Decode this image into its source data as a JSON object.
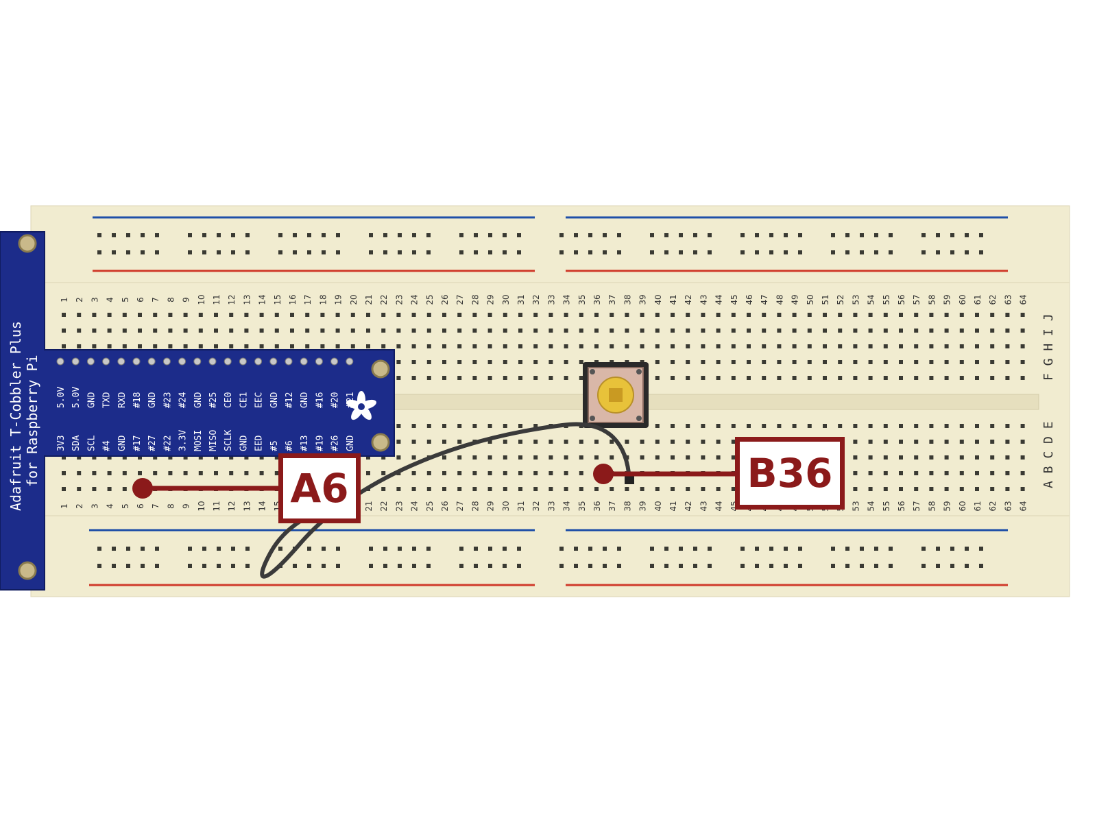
{
  "breadboard": {
    "columns": [
      "1",
      "2",
      "3",
      "4",
      "5",
      "6",
      "7",
      "8",
      "9",
      "10",
      "11",
      "12",
      "13",
      "14",
      "15",
      "16",
      "17",
      "18",
      "19",
      "20",
      "21",
      "22",
      "23",
      "24",
      "25",
      "26",
      "27",
      "28",
      "29",
      "30",
      "31",
      "32",
      "33",
      "34",
      "35",
      "36",
      "37",
      "38",
      "39",
      "40",
      "41",
      "42",
      "43",
      "44",
      "45",
      "46",
      "47",
      "48",
      "49",
      "50",
      "51",
      "52",
      "53",
      "54",
      "55",
      "56",
      "57",
      "58",
      "59",
      "60",
      "61",
      "62",
      "63",
      "64"
    ],
    "row_letters_top": "F G H I J",
    "row_letters_bottom": "A B C D E",
    "rail_colors": {
      "blue": "#1f4fa8",
      "red": "#d03a2a"
    },
    "body_color": "#f1ecd0"
  },
  "cobbler": {
    "title_line1": "Adafruit T-Cobbler Plus",
    "title_line2": "for Raspberry Pi",
    "color": "#1c2c8a",
    "top_pins": [
      "5.0V",
      "5.0V",
      "GND",
      "TXD",
      "RXD",
      "#18",
      "GND",
      "#23",
      "#24",
      "GND",
      "#25",
      "CE0",
      "CE1",
      "EEC",
      "GND",
      "#12",
      "GND",
      "#16",
      "#20",
      "#21"
    ],
    "bottom_pins": [
      "3V3",
      "SDA",
      "SCL",
      "#4",
      "GND",
      "#17",
      "#27",
      "#22",
      "3.3V",
      "MOSI",
      "MISO",
      "SCLK",
      "GND",
      "EED",
      "#5",
      "#6",
      "#13",
      "#19",
      "#26",
      "GND"
    ]
  },
  "button": {
    "cap_color": "#e8c23a"
  },
  "callouts": {
    "a6": {
      "label": "A6"
    },
    "b36": {
      "label": "B36"
    },
    "color": "#8b1a1a"
  }
}
